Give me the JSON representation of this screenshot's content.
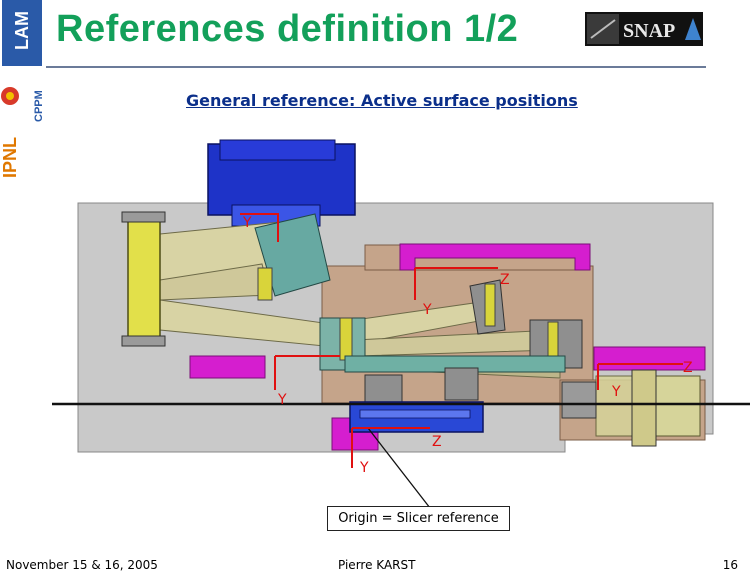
{
  "title": "References definition 1/2",
  "subtitle": "General reference: Active surface positions",
  "logos": {
    "lam": "LAM",
    "cppm": "CPPM",
    "ipnl": "IPNL",
    "snap": "SNAP"
  },
  "axis_labels": {
    "y1": "Y",
    "z1": "Z",
    "y2": "Y",
    "z2": "Z",
    "y3": "Y",
    "y4": "Y",
    "z3": "Z",
    "y5": "Y"
  },
  "callout": "Origin = Slicer reference",
  "footer": {
    "date": "November 15 & 16, 2005",
    "author": "Pierre KARST",
    "page": "16"
  },
  "colors": {
    "title": "#13a05a",
    "subtitle": "#0b2f8a",
    "axis": "#e01010",
    "bench_grey": "#c7c7c7",
    "bench_brown": "#c8a88a",
    "magenta": "#d51ecf",
    "blue_block": "#1f3fcc"
  }
}
